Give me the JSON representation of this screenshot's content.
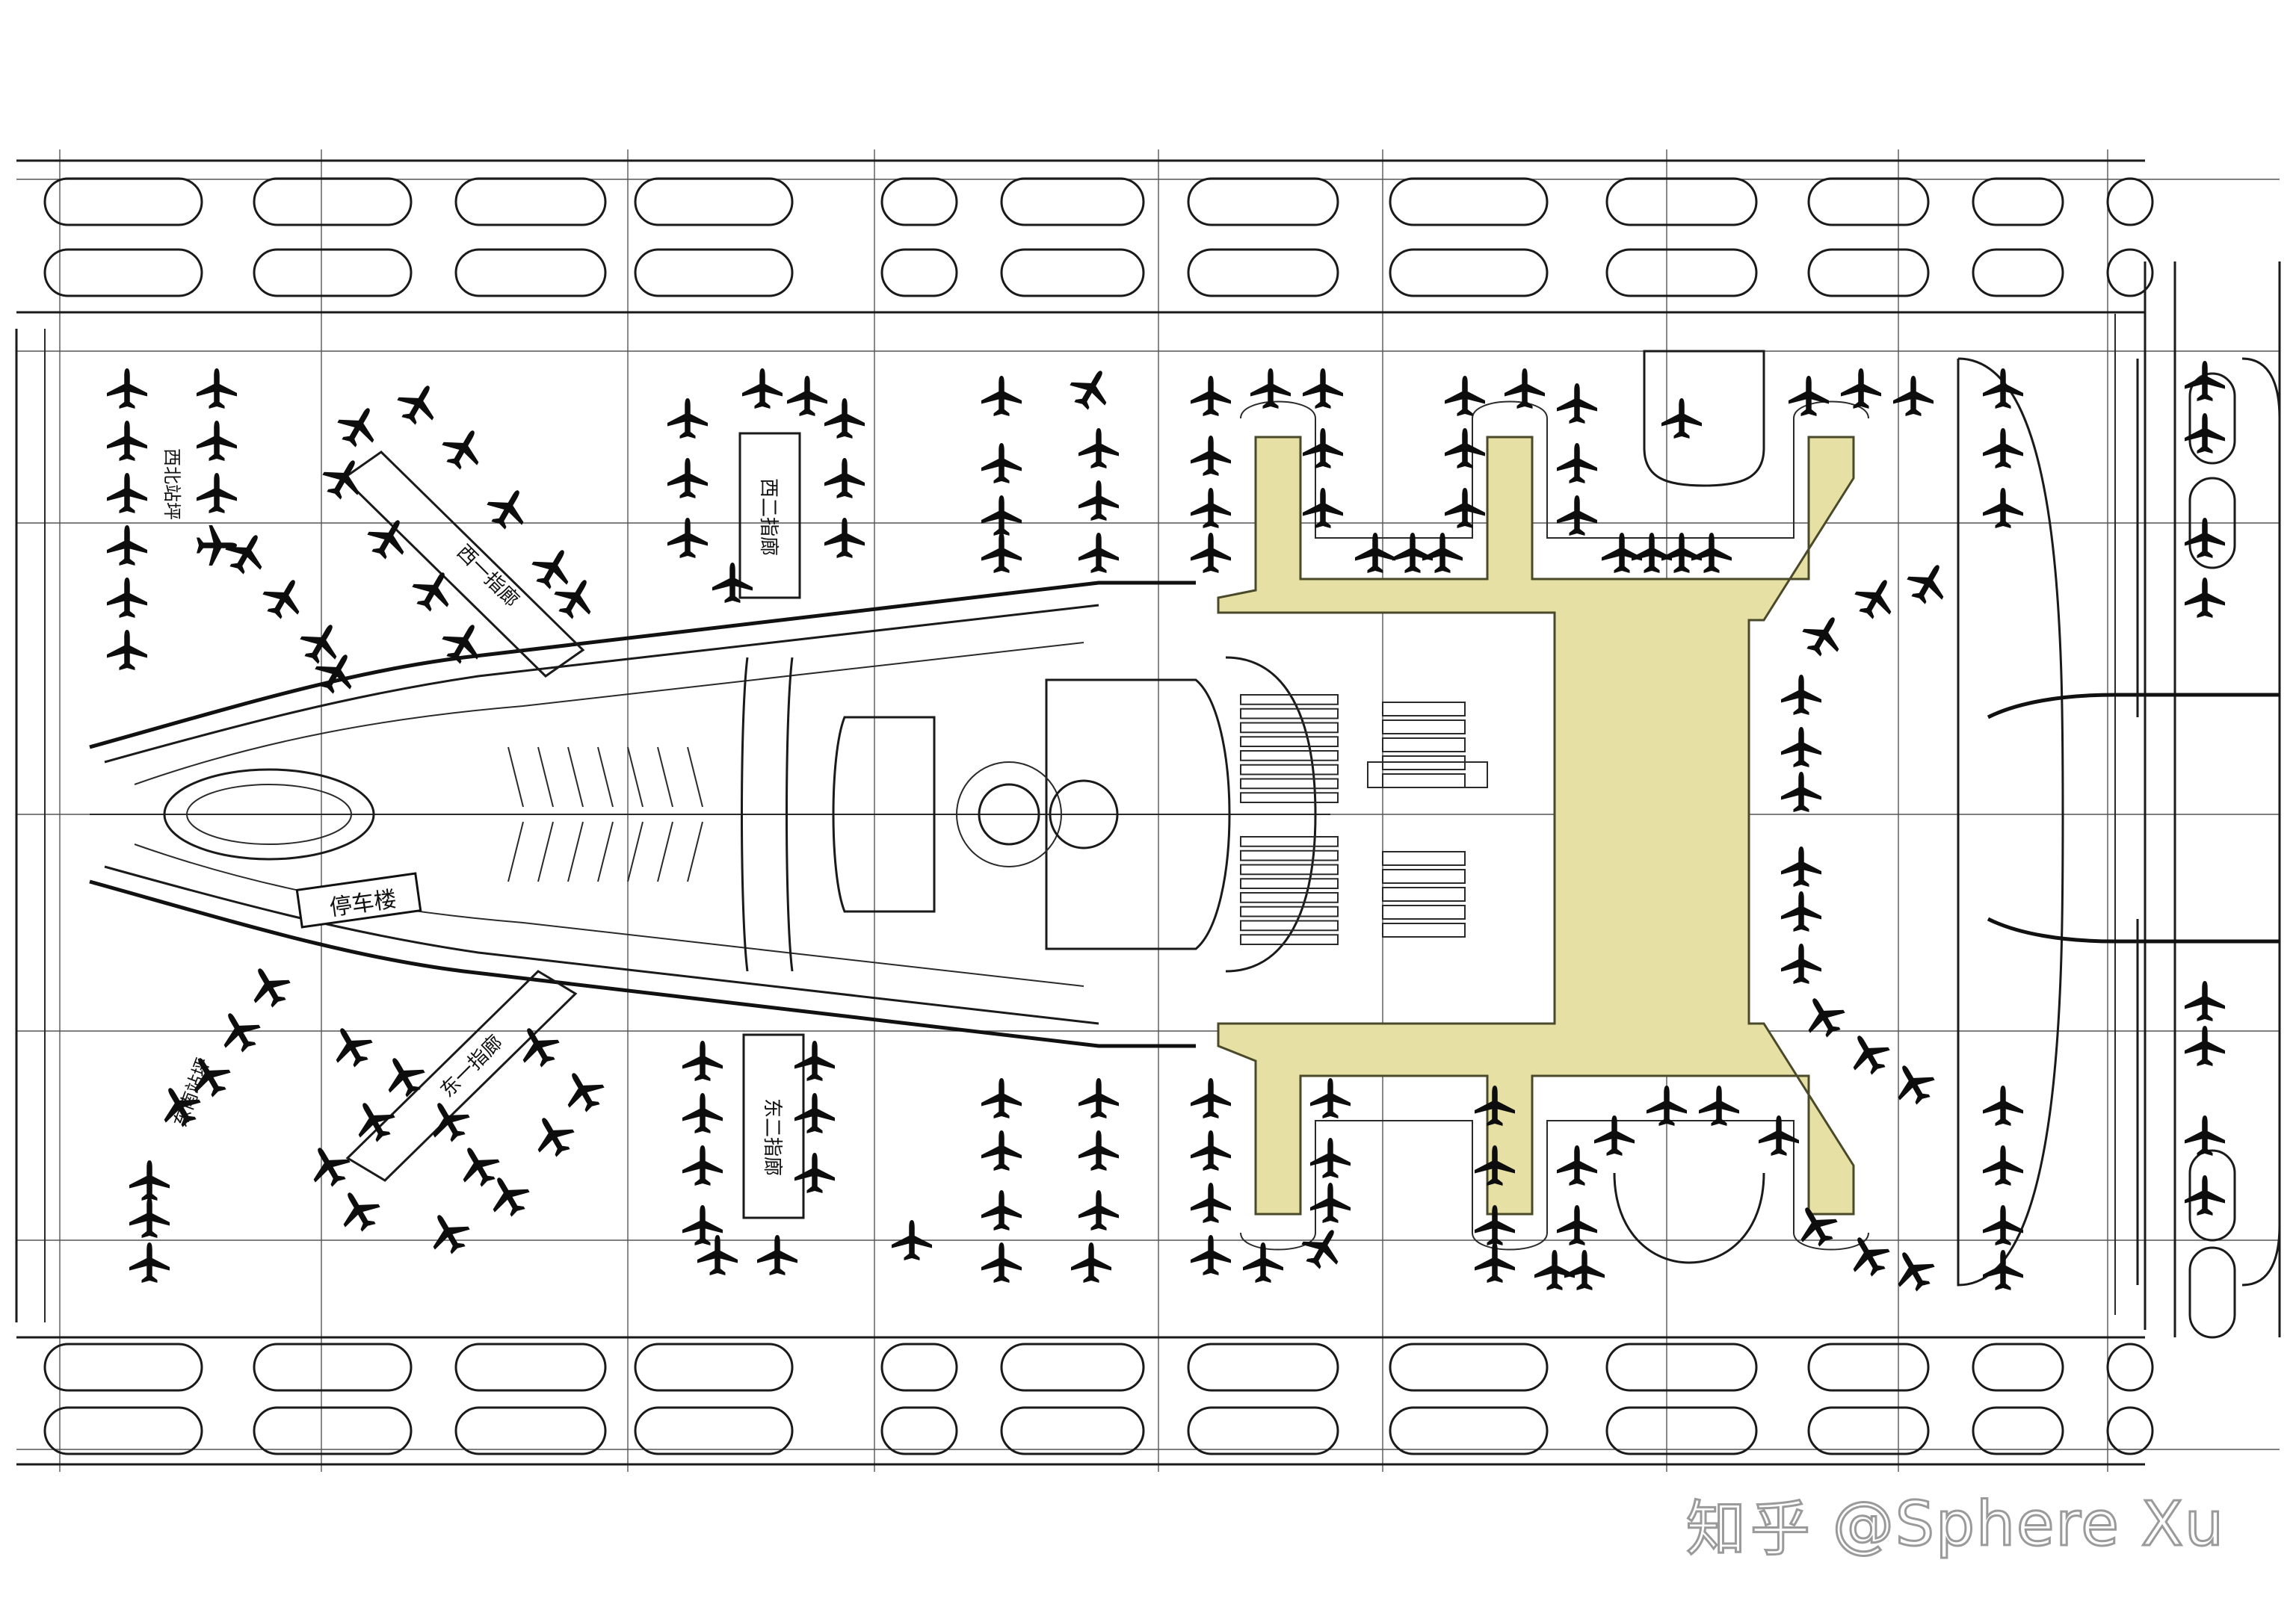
{
  "diagram": {
    "labels": {
      "bus_building": "停车楼",
      "west_concourse_1": "西一指廊",
      "west_concourse_2": "西二指廊",
      "east_concourse_1": "东一指廊",
      "east_concourse_2": "东二指廊",
      "northwest_remote": "西北站坪",
      "southeast_remote": "东南站坪"
    },
    "colors": {
      "terminal_fill": "#e6e0a4",
      "line": "#1a1a1a",
      "background": "#ffffff"
    }
  },
  "watermark": {
    "logo": "知乎",
    "handle": "@Sphere Xu"
  }
}
